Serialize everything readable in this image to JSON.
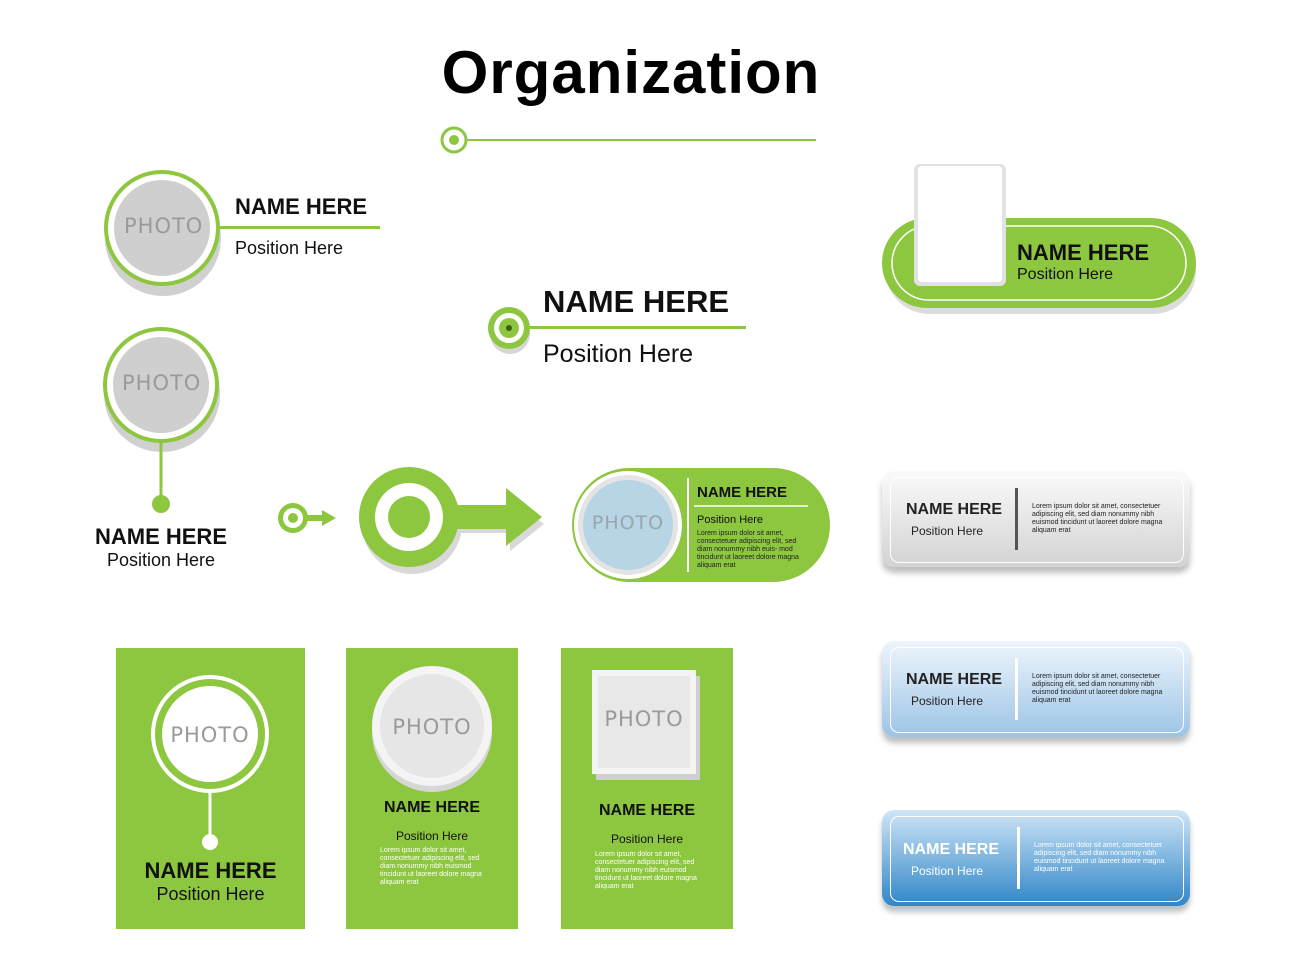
{
  "title": "Organization",
  "name": "NAME HERE",
  "position": "Position Here",
  "photo": "PHOTO",
  "lorem": "Lorem ipsum dolor sit amet, consectetuer adipiscing elit, sed diam nonummy nibh euismod tincidunt ut laoreet dolore magna aliquam erat",
  "lorem_pill": "Lorem ipsum dolor sit amet, consectetuer adipiscing elit, sed diam nonummy nibh euis- mod tincidunt ut laoreet dolore magna aliquam erat",
  "colors": {
    "green": "#8dc63f",
    "gray": "#e6e6e6",
    "light_blue": "#a9cdec",
    "blue": "#2f86c8"
  }
}
